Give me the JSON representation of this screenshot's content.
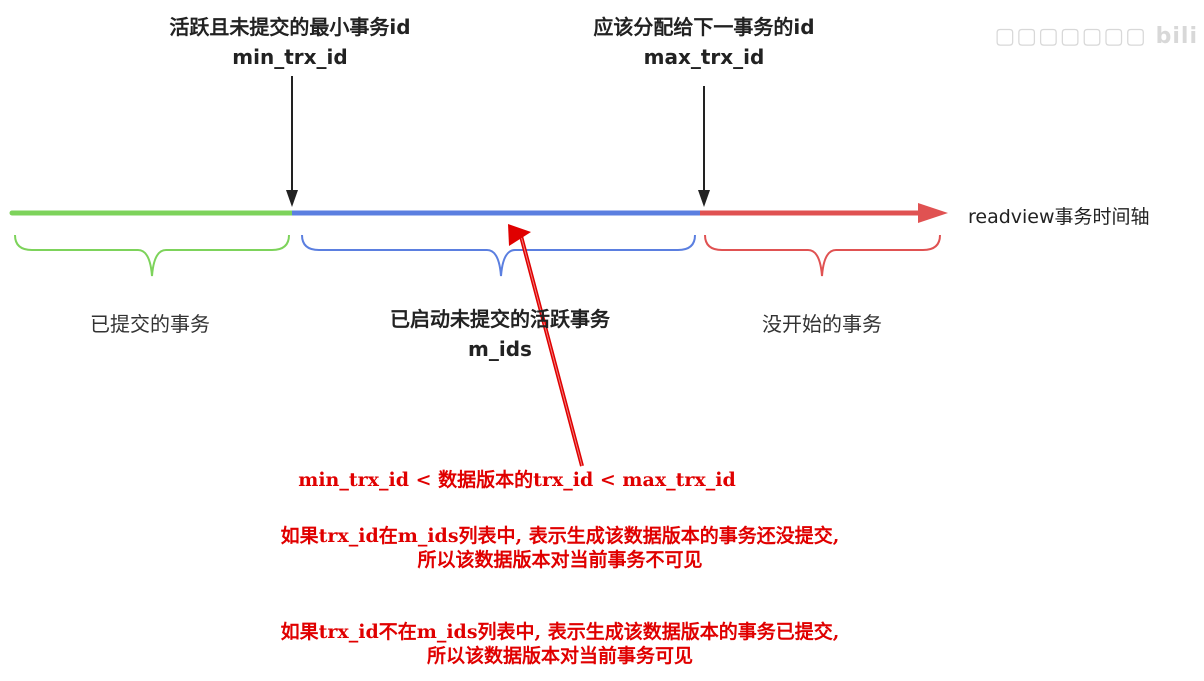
{
  "top_labels": {
    "min": {
      "title": "活跃且未提交的最小事务id",
      "id": "min_trx_id"
    },
    "max": {
      "title": "应该分配给下一事务的id",
      "id": "max_trx_id"
    }
  },
  "axis_label": "readview事务时间轴",
  "segments": {
    "committed": "已提交的事务",
    "active": {
      "title": "已启动未提交的活跃事务",
      "id": "m_ids"
    },
    "not_started": "没开始的事务"
  },
  "notes": {
    "condition": "min_trx_id < 数据版本的trx_id < max_trx_id",
    "in_list_line1": "如果trx_id在m_ids列表中, 表示生成该数据版本的事务还没提交,",
    "in_list_line2": "所以该数据版本对当前事务不可见",
    "not_in_list_line1": "如果trx_id不在m_ids列表中, 表示生成该数据版本的事务已提交,",
    "not_in_list_line2": "所以该数据版本对当前事务可见"
  },
  "colors": {
    "committed": "#7dd35b",
    "active": "#5b7fe0",
    "not_started": "#e05252",
    "note": "#e00000",
    "pointer": "#222222"
  }
}
